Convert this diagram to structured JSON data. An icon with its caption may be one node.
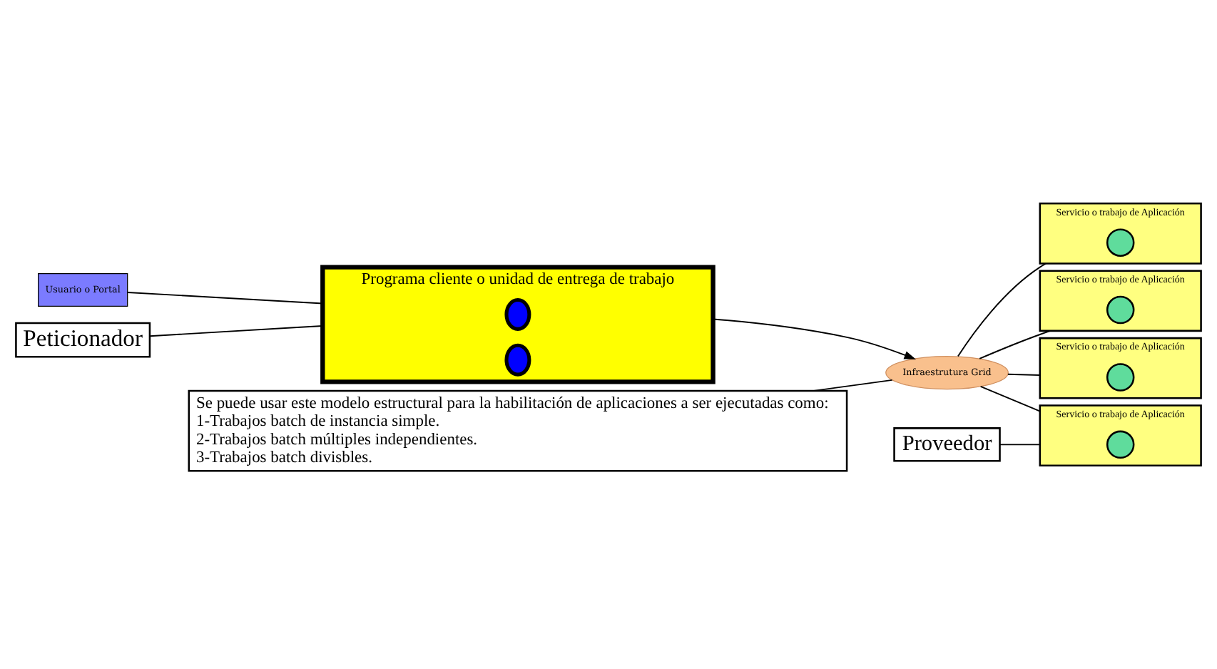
{
  "diagram": {
    "nodes": [
      {
        "text": [
          "Usuario o Portal"
        ]
      },
      {
        "text": [
          "Peticionador"
        ]
      },
      {
        "text": [
          "Programa cliente o unidad de entrega de trabajo"
        ]
      },
      {
        "text": [],
        "shape": "ellipse",
        "in": 2
      },
      {
        "text": [],
        "shape": "ellipse",
        "in": 2
      },
      {
        "text": [
          "Infraestrutura Grid"
        ]
      },
      {
        "text": [
          "Servicio o trabajo de Aplicación"
        ]
      },
      {
        "text": [],
        "shape": "circle",
        "in": 6
      },
      {
        "text": [
          "Servicio o trabajo de Aplicación"
        ]
      },
      {
        "text": [],
        "shape": "circle",
        "in": 8
      },
      {
        "text": [
          "Servicio o trabajo de Aplicación"
        ]
      },
      {
        "text": [],
        "shape": "circle",
        "in": 10
      },
      {
        "text": [
          "Servicio o trabajo de Aplicación"
        ]
      },
      {
        "text": [],
        "shape": "circle",
        "in": 12
      },
      {
        "text": [
          "Se puede usar este modelo estructural para la habilitación de aplicaciones a ser ejecutadas como:",
          "1-Trabajos batch de instancia simple.",
          "2-Trabajos batch múltiples independientes.",
          "3-Trabajos batch divisbles."
        ]
      },
      {
        "text": [
          "Proveedor"
        ]
      }
    ],
    "edges": [
      {
        "from": 0,
        "to": 2,
        "arrow": "none"
      },
      {
        "from": 1,
        "to": 2,
        "arrow": "none"
      },
      {
        "from": 2,
        "to": 5,
        "arrow": "to"
      },
      {
        "from": 5,
        "to": 6,
        "arrow": "none"
      },
      {
        "from": 5,
        "to": 8,
        "arrow": "none"
      },
      {
        "from": 5,
        "to": 10,
        "arrow": "none"
      },
      {
        "from": 5,
        "to": 12,
        "arrow": "none"
      },
      {
        "from": 14,
        "to": 5,
        "arrow": "none"
      },
      {
        "from": 15,
        "to": 12,
        "arrow": "none"
      }
    ]
  }
}
